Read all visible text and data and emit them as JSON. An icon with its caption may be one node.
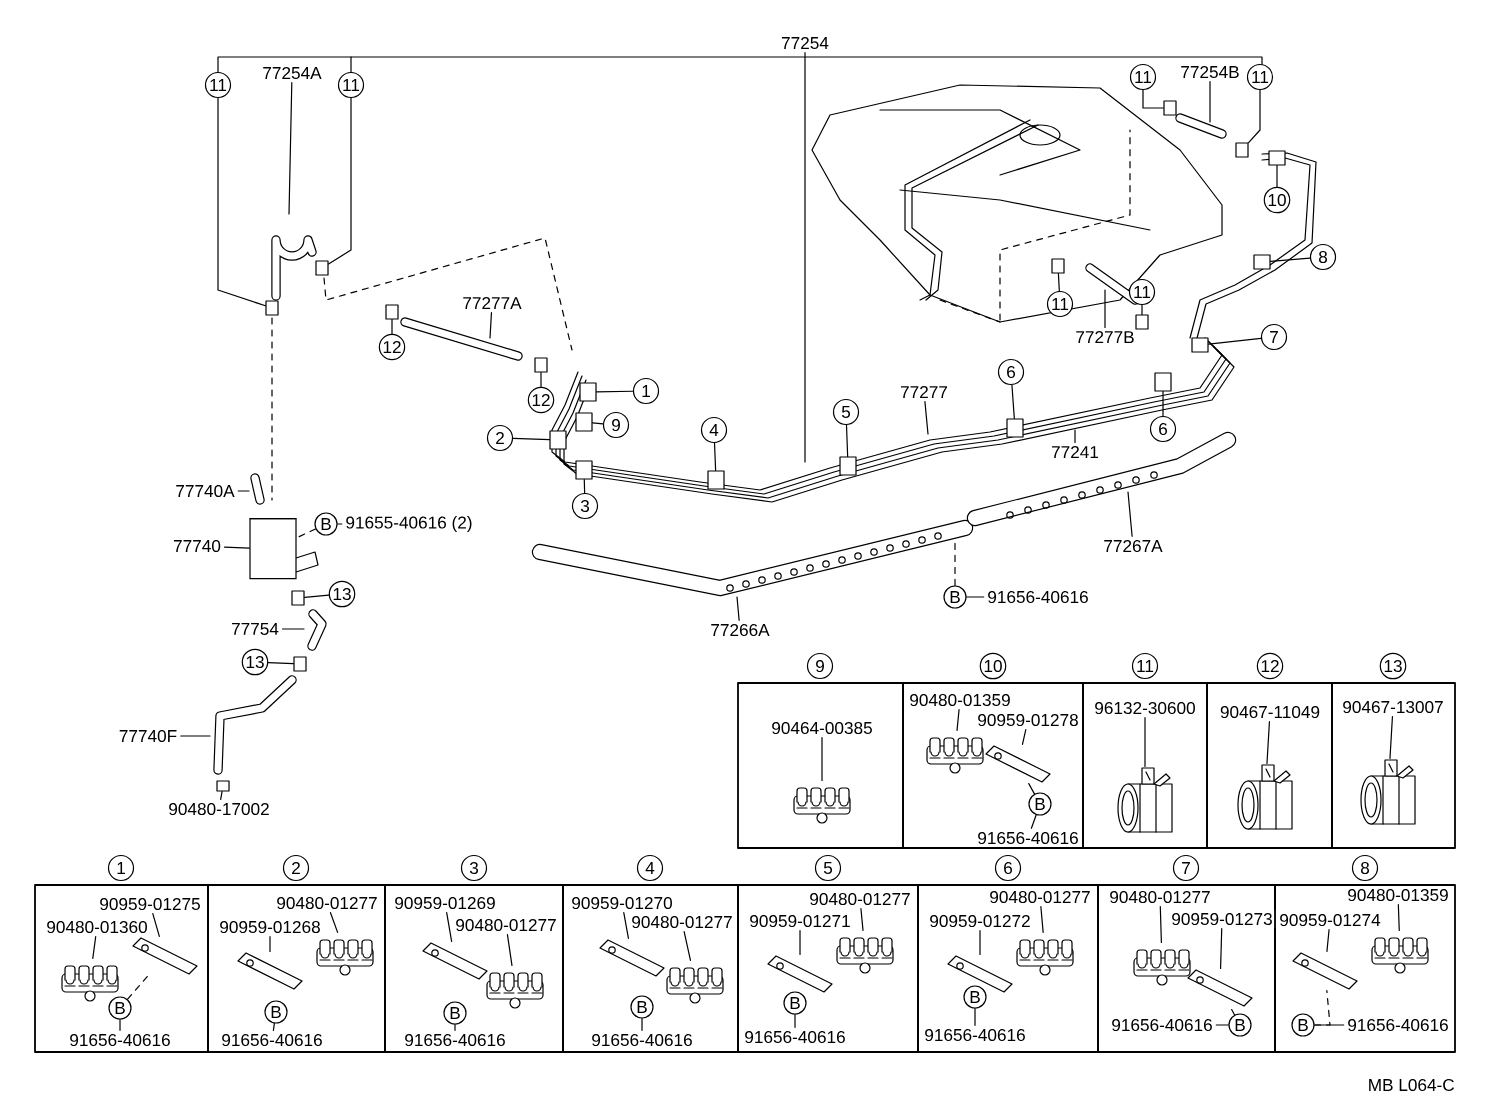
{
  "diagram": {
    "nodes": [
      {
        "text": [
          "77254"
        ]
      },
      {
        "text": [
          "11"
        ]
      },
      {
        "text": [
          "77254A"
        ]
      },
      {
        "text": [
          "11"
        ]
      },
      {
        "text": [
          "12"
        ]
      },
      {
        "text": [
          "77277A"
        ]
      },
      {
        "text": [
          "12"
        ]
      },
      {
        "text": [
          "1"
        ]
      },
      {
        "text": [
          "9"
        ]
      },
      {
        "text": [
          "2"
        ]
      },
      {
        "text": [
          "3"
        ]
      },
      {
        "text": [
          "4"
        ]
      },
      {
        "text": [
          "5"
        ]
      },
      {
        "text": [
          "77277"
        ]
      },
      {
        "text": [
          "6"
        ]
      },
      {
        "text": [
          "77241"
        ]
      },
      {
        "text": [
          "6"
        ]
      },
      {
        "text": [
          "11"
        ]
      },
      {
        "text": [
          "77254B"
        ]
      },
      {
        "text": [
          "11"
        ]
      },
      {
        "text": [
          "10"
        ]
      },
      {
        "text": [
          "8"
        ]
      },
      {
        "text": [
          "11"
        ]
      },
      {
        "text": [
          "11"
        ]
      },
      {
        "text": [
          "77277B"
        ]
      },
      {
        "text": [
          "7"
        ]
      },
      {
        "text": [
          "77740A"
        ]
      },
      {
        "text": [
          "B"
        ]
      },
      {
        "text": [
          "91655-40616 (2)"
        ]
      },
      {
        "text": [
          "77740"
        ]
      },
      {
        "text": [
          "13"
        ]
      },
      {
        "text": [
          "77754"
        ]
      },
      {
        "text": [
          "13"
        ]
      },
      {
        "text": [
          "77740F"
        ]
      },
      {
        "text": [
          "90480-17002"
        ]
      },
      {
        "text": [
          "77267A"
        ]
      },
      {
        "text": [
          "B"
        ]
      },
      {
        "text": [
          "91656-40616"
        ]
      },
      {
        "text": [
          "77266A"
        ]
      },
      {
        "text": [],
        "shape": "box"
      },
      {
        "text": [
          "90464-00385"
        ],
        "in": 39
      },
      {
        "text": [],
        "shape": "box"
      },
      {
        "text": [
          "90480-01359"
        ],
        "in": 41
      },
      {
        "text": [
          "90959-01278"
        ],
        "in": 41
      },
      {
        "text": [
          "B"
        ],
        "in": 41
      },
      {
        "text": [
          "91656-40616"
        ],
        "in": 41
      },
      {
        "text": [],
        "shape": "box"
      },
      {
        "text": [
          "96132-30600"
        ],
        "in": 46
      },
      {
        "text": [],
        "shape": "box"
      },
      {
        "text": [
          "90467-11049"
        ],
        "in": 48
      },
      {
        "text": [],
        "shape": "box"
      },
      {
        "text": [
          "90467-13007"
        ],
        "in": 50
      },
      {
        "text": [],
        "shape": "box"
      },
      {
        "text": [
          "90959-01275"
        ],
        "in": 52
      },
      {
        "text": [
          "90480-01360"
        ],
        "in": 52
      },
      {
        "text": [
          "B"
        ],
        "in": 52
      },
      {
        "text": [
          "91656-40616"
        ],
        "in": 52
      },
      {
        "text": [],
        "shape": "box"
      },
      {
        "text": [
          "90480-01277"
        ],
        "in": 57
      },
      {
        "text": [
          "90959-01268"
        ],
        "in": 57
      },
      {
        "text": [
          "B"
        ],
        "in": 57
      },
      {
        "text": [
          "91656-40616"
        ],
        "in": 57
      },
      {
        "text": [],
        "shape": "box"
      },
      {
        "text": [
          "90959-01269"
        ],
        "in": 62
      },
      {
        "text": [
          "90480-01277"
        ],
        "in": 62
      },
      {
        "text": [
          "B"
        ],
        "in": 62
      },
      {
        "text": [
          "91656-40616"
        ],
        "in": 62
      },
      {
        "text": [],
        "shape": "box"
      },
      {
        "text": [
          "90959-01270"
        ],
        "in": 67
      },
      {
        "text": [
          "90480-01277"
        ],
        "in": 67
      },
      {
        "text": [
          "B"
        ],
        "in": 67
      },
      {
        "text": [
          "91656-40616"
        ],
        "in": 67
      },
      {
        "text": [],
        "shape": "box"
      },
      {
        "text": [
          "90480-01277"
        ],
        "in": 72
      },
      {
        "text": [
          "90959-01271"
        ],
        "in": 72
      },
      {
        "text": [
          "B"
        ],
        "in": 72
      },
      {
        "text": [
          "91656-40616"
        ],
        "in": 72
      },
      {
        "text": [],
        "shape": "box"
      },
      {
        "text": [
          "90480-01277"
        ],
        "in": 77
      },
      {
        "text": [
          "90959-01272"
        ],
        "in": 77
      },
      {
        "text": [
          "B"
        ],
        "in": 77
      },
      {
        "text": [
          "91656-40616"
        ],
        "in": 77
      },
      {
        "text": [],
        "shape": "box"
      },
      {
        "text": [
          "90480-01277"
        ],
        "in": 82
      },
      {
        "text": [
          "90959-01273"
        ],
        "in": 82
      },
      {
        "text": [
          "91656-40616"
        ],
        "in": 82
      },
      {
        "text": [
          "B"
        ],
        "in": 82
      },
      {
        "text": [],
        "shape": "box"
      },
      {
        "text": [
          "90480-01359"
        ],
        "in": 87
      },
      {
        "text": [
          "90959-01274"
        ],
        "in": 87
      },
      {
        "text": [
          "B"
        ],
        "in": 87
      },
      {
        "text": [
          "91656-40616"
        ],
        "in": 87
      },
      {
        "text": [],
        "shape": "box"
      },
      {
        "text": [],
        "shape": "box"
      },
      {
        "text": [],
        "shape": "box"
      },
      {
        "text": [],
        "shape": "box"
      },
      {
        "text": [],
        "shape": "box"
      },
      {
        "text": [],
        "shape": "box"
      },
      {
        "text": [],
        "shape": "box"
      },
      {
        "text": [],
        "shape": "box"
      },
      {
        "text": [],
        "shape": "box"
      },
      {
        "text": [],
        "shape": "box"
      },
      {
        "text": [],
        "shape": "box"
      },
      {
        "text": [],
        "shape": "box"
      },
      {
        "text": [],
        "shape": "box"
      },
      {
        "text": [],
        "shape": "box"
      },
      {
        "text": [],
        "shape": "box"
      },
      {
        "text": [],
        "shape": "box"
      },
      {
        "text": [],
        "shape": "box"
      },
      {
        "text": [],
        "shape": "box"
      },
      {
        "text": [],
        "shape": "box"
      },
      {
        "text": [],
        "shape": "box"
      },
      {
        "text": [],
        "shape": "box"
      },
      {
        "text": [],
        "shape": "picture",
        "in": 39
      },
      {
        "text": [],
        "shape": "picture",
        "in": 41
      },
      {
        "text": [],
        "shape": "picture",
        "in": 41
      },
      {
        "text": [],
        "shape": "picture",
        "in": 46
      },
      {
        "text": [],
        "shape": "picture",
        "in": 48
      },
      {
        "text": [],
        "shape": "picture",
        "in": 50
      },
      {
        "text": [],
        "shape": "picture",
        "in": 52
      },
      {
        "text": [],
        "shape": "picture",
        "in": 52
      },
      {
        "text": [],
        "shape": "picture",
        "in": 57
      },
      {
        "text": [],
        "shape": "picture",
        "in": 57
      },
      {
        "text": [],
        "shape": "picture",
        "in": 62
      },
      {
        "text": [],
        "shape": "picture",
        "in": 62
      },
      {
        "text": [],
        "shape": "picture",
        "in": 67
      },
      {
        "text": [],
        "shape": "picture",
        "in": 67
      },
      {
        "text": [],
        "shape": "picture",
        "in": 72
      },
      {
        "text": [],
        "shape": "picture",
        "in": 72
      },
      {
        "text": [],
        "shape": "picture",
        "in": 77
      },
      {
        "text": [],
        "shape": "picture",
        "in": 77
      },
      {
        "text": [],
        "shape": "picture",
        "in": 82
      },
      {
        "text": [],
        "shape": "picture",
        "in": 82
      },
      {
        "text": [],
        "shape": "picture",
        "in": 87
      },
      {
        "text": [],
        "shape": "picture",
        "in": 87
      },
      {
        "text": [
          "9"
        ]
      },
      {
        "text": [
          "10"
        ]
      },
      {
        "text": [
          "11"
        ]
      },
      {
        "text": [
          "12"
        ]
      },
      {
        "text": [
          "13"
        ]
      },
      {
        "text": [
          "1"
        ]
      },
      {
        "text": [
          "2"
        ]
      },
      {
        "text": [
          "3"
        ]
      },
      {
        "text": [
          "4"
        ]
      },
      {
        "text": [
          "5"
        ]
      },
      {
        "text": [
          "6"
        ]
      },
      {
        "text": [
          "7"
        ]
      },
      {
        "text": [
          "8"
        ]
      },
      {
        "text": [],
        "shape": "box"
      },
      {
        "text": [],
        "shape": "cylinder"
      }
    ],
    "edges": [
      {
        "from": 0,
        "to": null,
        "arrow": "none"
      },
      {
        "from": 1,
        "to": 92,
        "arrow": "none"
      },
      {
        "from": 2,
        "to": null,
        "arrow": "none"
      },
      {
        "from": 3,
        "to": 93,
        "arrow": "none"
      },
      {
        "from": 4,
        "to": 94,
        "arrow": "none"
      },
      {
        "from": 5,
        "to": null,
        "arrow": "none"
      },
      {
        "from": 6,
        "to": 95,
        "arrow": "none"
      },
      {
        "from": 7,
        "to": 96,
        "arrow": "none"
      },
      {
        "from": 8,
        "to": 97,
        "arrow": "none"
      },
      {
        "from": 9,
        "to": 98,
        "arrow": "none"
      },
      {
        "from": 10,
        "to": 99,
        "arrow": "none"
      },
      {
        "from": 11,
        "to": 100,
        "arrow": "none"
      },
      {
        "from": 12,
        "to": 101,
        "arrow": "none"
      },
      {
        "from": 13,
        "to": null,
        "arrow": "none"
      },
      {
        "from": 14,
        "to": 102,
        "arrow": "none"
      },
      {
        "from": 15,
        "to": null,
        "arrow": "none"
      },
      {
        "from": 16,
        "to": 103,
        "arrow": "none"
      },
      {
        "from": 17,
        "to": 104,
        "arrow": "none"
      },
      {
        "from": 18,
        "to": null,
        "arrow": "none"
      },
      {
        "from": 19,
        "to": 105,
        "arrow": "none"
      },
      {
        "from": 20,
        "to": 106,
        "arrow": "none"
      },
      {
        "from": 21,
        "to": 107,
        "arrow": "none"
      },
      {
        "from": 22,
        "to": 108,
        "arrow": "none"
      },
      {
        "from": 23,
        "to": 109,
        "arrow": "none"
      },
      {
        "from": 24,
        "to": null,
        "arrow": "none"
      },
      {
        "from": 25,
        "to": 110,
        "arrow": "none"
      },
      {
        "from": 26,
        "to": null,
        "arrow": "none"
      },
      {
        "from": 28,
        "to": 27,
        "arrow": "none"
      },
      {
        "from": 27,
        "to": 149,
        "arrow": "none",
        "style": "dashed"
      },
      {
        "from": 29,
        "to": 149,
        "arrow": "none"
      },
      {
        "from": 30,
        "to": 111,
        "arrow": "none"
      },
      {
        "from": 31,
        "to": null,
        "arrow": "none"
      },
      {
        "from": 32,
        "to": 112,
        "arrow": "none"
      },
      {
        "from": 33,
        "to": null,
        "arrow": "none"
      },
      {
        "from": 34,
        "to": 148,
        "arrow": "none"
      },
      {
        "from": 35,
        "to": null,
        "arrow": "none"
      },
      {
        "from": 37,
        "to": 36,
        "arrow": "none"
      },
      {
        "from": 36,
        "to": null,
        "arrow": "none",
        "style": "dashed"
      },
      {
        "from": 38,
        "to": null,
        "arrow": "none"
      },
      {
        "from": 40,
        "to": 113,
        "arrow": "none"
      },
      {
        "from": 42,
        "to": 114,
        "arrow": "none"
      },
      {
        "from": 43,
        "to": 115,
        "arrow": "none"
      },
      {
        "from": 45,
        "to": 44,
        "arrow": "none"
      },
      {
        "from": 44,
        "to": 115,
        "arrow": "none"
      },
      {
        "from": 47,
        "to": 116,
        "arrow": "none"
      },
      {
        "from": 49,
        "to": 117,
        "arrow": "none"
      },
      {
        "from": 51,
        "to": 118,
        "arrow": "none"
      },
      {
        "from": 53,
        "to": 120,
        "arrow": "none"
      },
      {
        "from": 54,
        "to": 119,
        "arrow": "none"
      },
      {
        "from": 56,
        "to": 55,
        "arrow": "none"
      },
      {
        "from": 55,
        "to": 120,
        "arrow": "none",
        "style": "dashed"
      },
      {
        "from": 58,
        "to": 122,
        "arrow": "none"
      },
      {
        "from": 59,
        "to": 121,
        "arrow": "none"
      },
      {
        "from": 61,
        "to": 60,
        "arrow": "none"
      },
      {
        "from": 63,
        "to": 123,
        "arrow": "none"
      },
      {
        "from": 64,
        "to": 124,
        "arrow": "none"
      },
      {
        "from": 66,
        "to": 65,
        "arrow": "none"
      },
      {
        "from": 68,
        "to": 125,
        "arrow": "none"
      },
      {
        "from": 69,
        "to": 126,
        "arrow": "none"
      },
      {
        "from": 71,
        "to": 70,
        "arrow": "none"
      },
      {
        "from": 73,
        "to": 128,
        "arrow": "none"
      },
      {
        "from": 74,
        "to": 127,
        "arrow": "none"
      },
      {
        "from": 76,
        "to": 75,
        "arrow": "none"
      },
      {
        "from": 78,
        "to": 130,
        "arrow": "none"
      },
      {
        "from": 79,
        "to": 129,
        "arrow": "none"
      },
      {
        "from": 81,
        "to": 80,
        "arrow": "none"
      },
      {
        "from": 83,
        "to": 131,
        "arrow": "none"
      },
      {
        "from": 84,
        "to": 132,
        "arrow": "none"
      },
      {
        "from": 85,
        "to": 86,
        "arrow": "none"
      },
      {
        "from": 86,
        "to": 132,
        "arrow": "none",
        "style": "dashed"
      },
      {
        "from": 88,
        "to": 134,
        "arrow": "none"
      },
      {
        "from": 89,
        "to": 133,
        "arrow": "none"
      },
      {
        "from": 91,
        "to": 90,
        "arrow": "none"
      },
      {
        "from": 90,
        "to": 133,
        "arrow": "none",
        "style": "dashed"
      }
    ],
    "labels": [
      "MB L064-C"
    ]
  }
}
